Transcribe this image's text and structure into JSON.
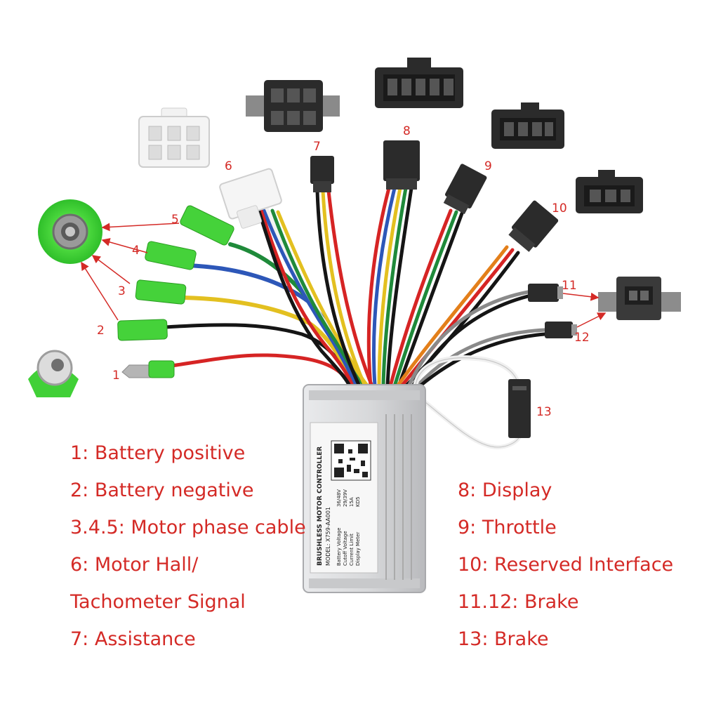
{
  "callouts": {
    "n1": "1",
    "n2": "2",
    "n3": "3",
    "n4": "4",
    "n5": "5",
    "n6": "6",
    "n7": "7",
    "n8": "8",
    "n9": "9",
    "n10": "10",
    "n11": "11",
    "n12": "12",
    "n13": "13"
  },
  "controller_label": {
    "title": "BRUSHLESS MOTOR CONTROLLER",
    "model": "MODEL: X759-AA001",
    "specs": [
      {
        "name": "Battery Voltage",
        "value": "36/48V"
      },
      {
        "name": "Cutoff Voltage",
        "value": "29/39V"
      },
      {
        "name": "Current Limit",
        "value": "15A"
      },
      {
        "name": "Display Meter",
        "value": "KD5"
      }
    ]
  },
  "legend_left": [
    "1: Battery positive",
    "2: Battery negative",
    "3.4.5: Motor phase cable",
    "6: Motor Hall/",
    "Tachometer Signal",
    "7: Assistance"
  ],
  "legend_right": [
    "8: Display",
    "9: Throttle",
    "10: Reserved Interface",
    "11.12: Brake",
    "13: Brake"
  ],
  "colors": {
    "label_red": "#d42a26",
    "connector_black": "#2a2a2a",
    "green_sleeve": "#45d23a",
    "housing_silver": "#d9dadc"
  }
}
